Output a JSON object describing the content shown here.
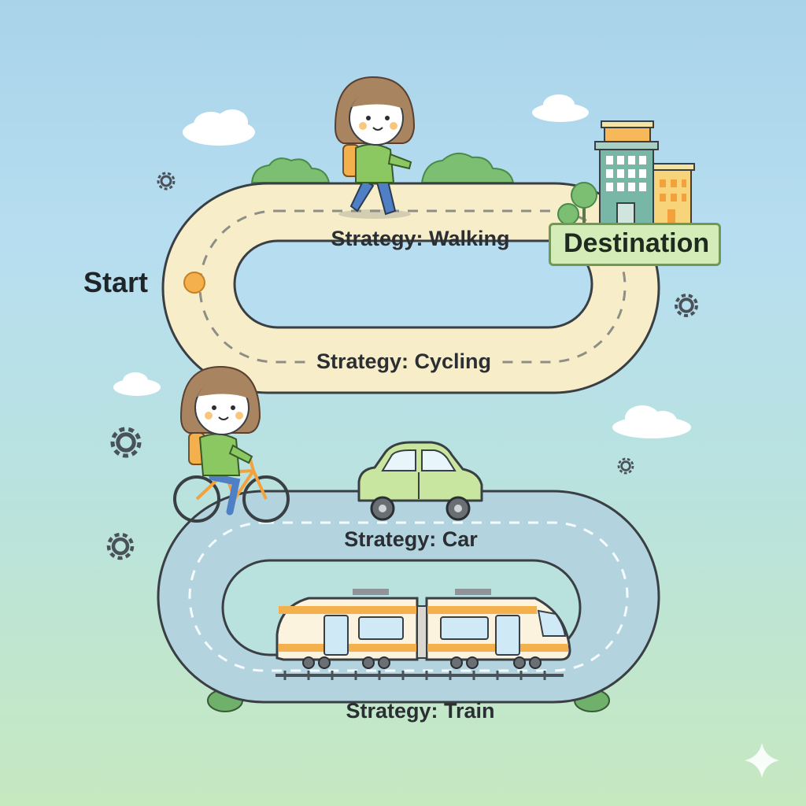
{
  "labels": {
    "start": "Start",
    "destination": "Destination",
    "strategies": [
      "Strategy: Walking",
      "Strategy: Cycling",
      "Strategy: Car",
      "Strategy: Train"
    ]
  },
  "colors": {
    "sky_top": "#a9d3ea",
    "ground_bottom": "#c6e9c0",
    "upper_track": "#f7eec9",
    "lower_track": "#b3d4de",
    "start_marker": "#f3b04c",
    "destination_tag": "#d4ecb8",
    "car_body": "#c8e6a0",
    "train_stripe": "#f3b04c",
    "person_shirt": "#8cc862",
    "person_hair": "#a88460"
  },
  "icons": [
    "cloud-icon",
    "gear-icon",
    "sparkle-icon",
    "building-icon",
    "tree-icon",
    "bush-icon"
  ]
}
